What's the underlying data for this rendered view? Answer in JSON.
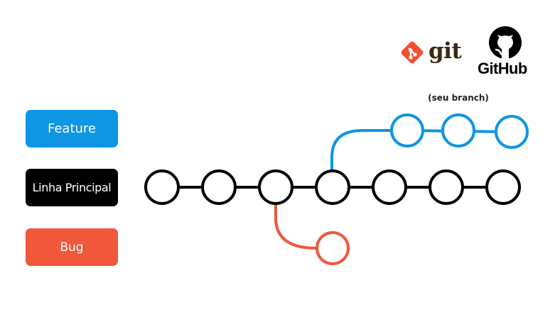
{
  "labels": {
    "feature": "Feature",
    "main": "Linha Principal",
    "bug": "Bug"
  },
  "branch_note": "(seu branch)",
  "logos": {
    "git": {
      "icon": "git-icon",
      "text": "git",
      "color": "#f05033"
    },
    "github": {
      "icon": "github-octocat-icon",
      "text": "GitHub"
    }
  },
  "colors": {
    "feature": "#0e95e3",
    "main": "#000000",
    "bug": "#f0573b"
  },
  "branches": {
    "main": {
      "commits": 7
    },
    "feature": {
      "commits": 3,
      "branches_from_commit": 4
    },
    "bug": {
      "commits": 1,
      "branches_from_commit": 3
    }
  }
}
